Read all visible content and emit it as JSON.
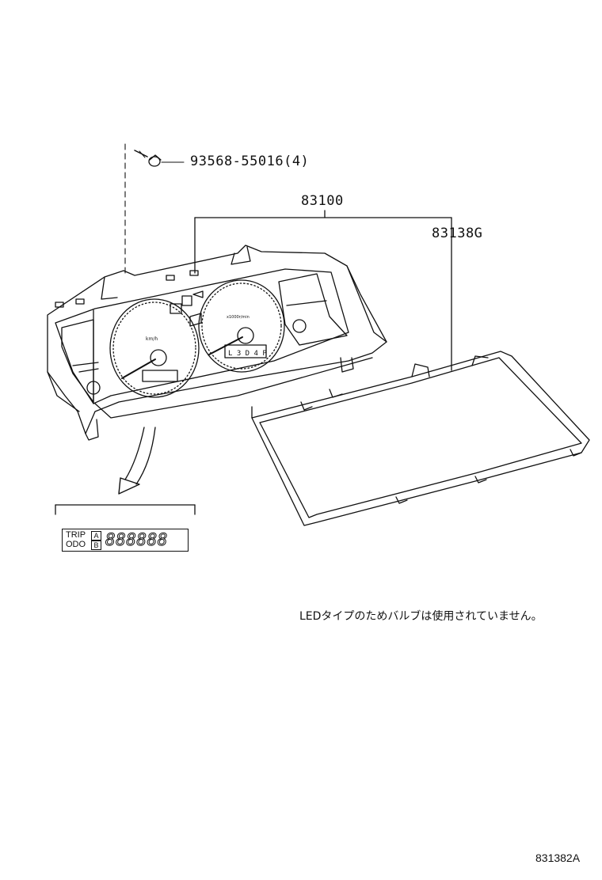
{
  "labels": {
    "screw_part": "93568-55016(4)",
    "meter_assembly_part": "83100",
    "lens_part": "83138G"
  },
  "display_inset": {
    "trip_label": "TRIP",
    "odo_label": "ODO",
    "mode_a": "A",
    "mode_b": "B",
    "digits": "888888"
  },
  "gauges": {
    "speed_unit": "km/h",
    "tach_unit": "x1000r/min",
    "shift_indicator": "L 3 D 4 P"
  },
  "note": "LEDタイプのためバルブは使用されていません。",
  "illustration_code": "831382A"
}
